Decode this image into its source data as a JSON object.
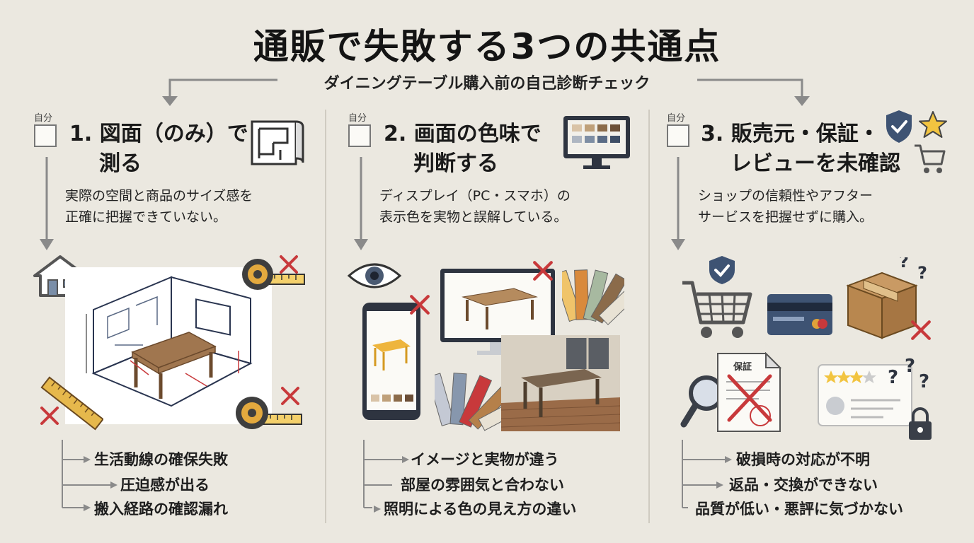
{
  "title": "通販で失敗する3つの共通点",
  "subtitle": "ダイニングテーブル購入前の自己診断チェック",
  "columns": [
    {
      "self_label": "自分",
      "title_line1": "1. 図面（のみ）で",
      "title_line2": "測る",
      "desc_line1": "実際の空間と商品のサイズ感を",
      "desc_line2": "正確に把握できていない。",
      "bullets": [
        "生活動線の確保失敗",
        "圧迫感が出る",
        "搬入経路の確認漏れ"
      ]
    },
    {
      "self_label": "自分",
      "title_line1": "2. 画面の色味で",
      "title_line2": "判断する",
      "desc_line1": "ディスプレイ（PC・スマホ）の",
      "desc_line2": "表示色を実物と誤解している。",
      "bullets": [
        "イメージと実物が違う",
        "部屋の雰囲気と合わない",
        "照明による色の見え方の違い"
      ]
    },
    {
      "self_label": "自分",
      "title_line1": "3. 販売元・保証・",
      "title_line2": "レビューを未確認",
      "desc_line1": "ショップの信頼性やアフター",
      "desc_line2": "サービスを把握せずに購入。",
      "bullets": [
        "破損時の対応が不明",
        "返品・交換ができない",
        "品質が低い・悪評に気づかない"
      ]
    }
  ],
  "illustration_text": {
    "warranty_doc": "保証"
  },
  "colors": {
    "background": "#ebe8e0",
    "accent_red": "#c8393b",
    "arrow_gray": "#8a8a8a",
    "wood": "#a0764f"
  },
  "icons": [
    "house-icon",
    "blueprint-icon",
    "tape-measure-icon",
    "ruler-icon",
    "cross-icon",
    "monitor-swatch-icon",
    "eye-icon",
    "smartphone-icon",
    "color-swatch-fan-icon",
    "shield-check-icon",
    "star-icon",
    "cart-icon",
    "credit-card-icon",
    "package-icon",
    "question-icon",
    "magnifier-icon",
    "warranty-document-icon",
    "review-card-icon",
    "padlock-icon"
  ]
}
